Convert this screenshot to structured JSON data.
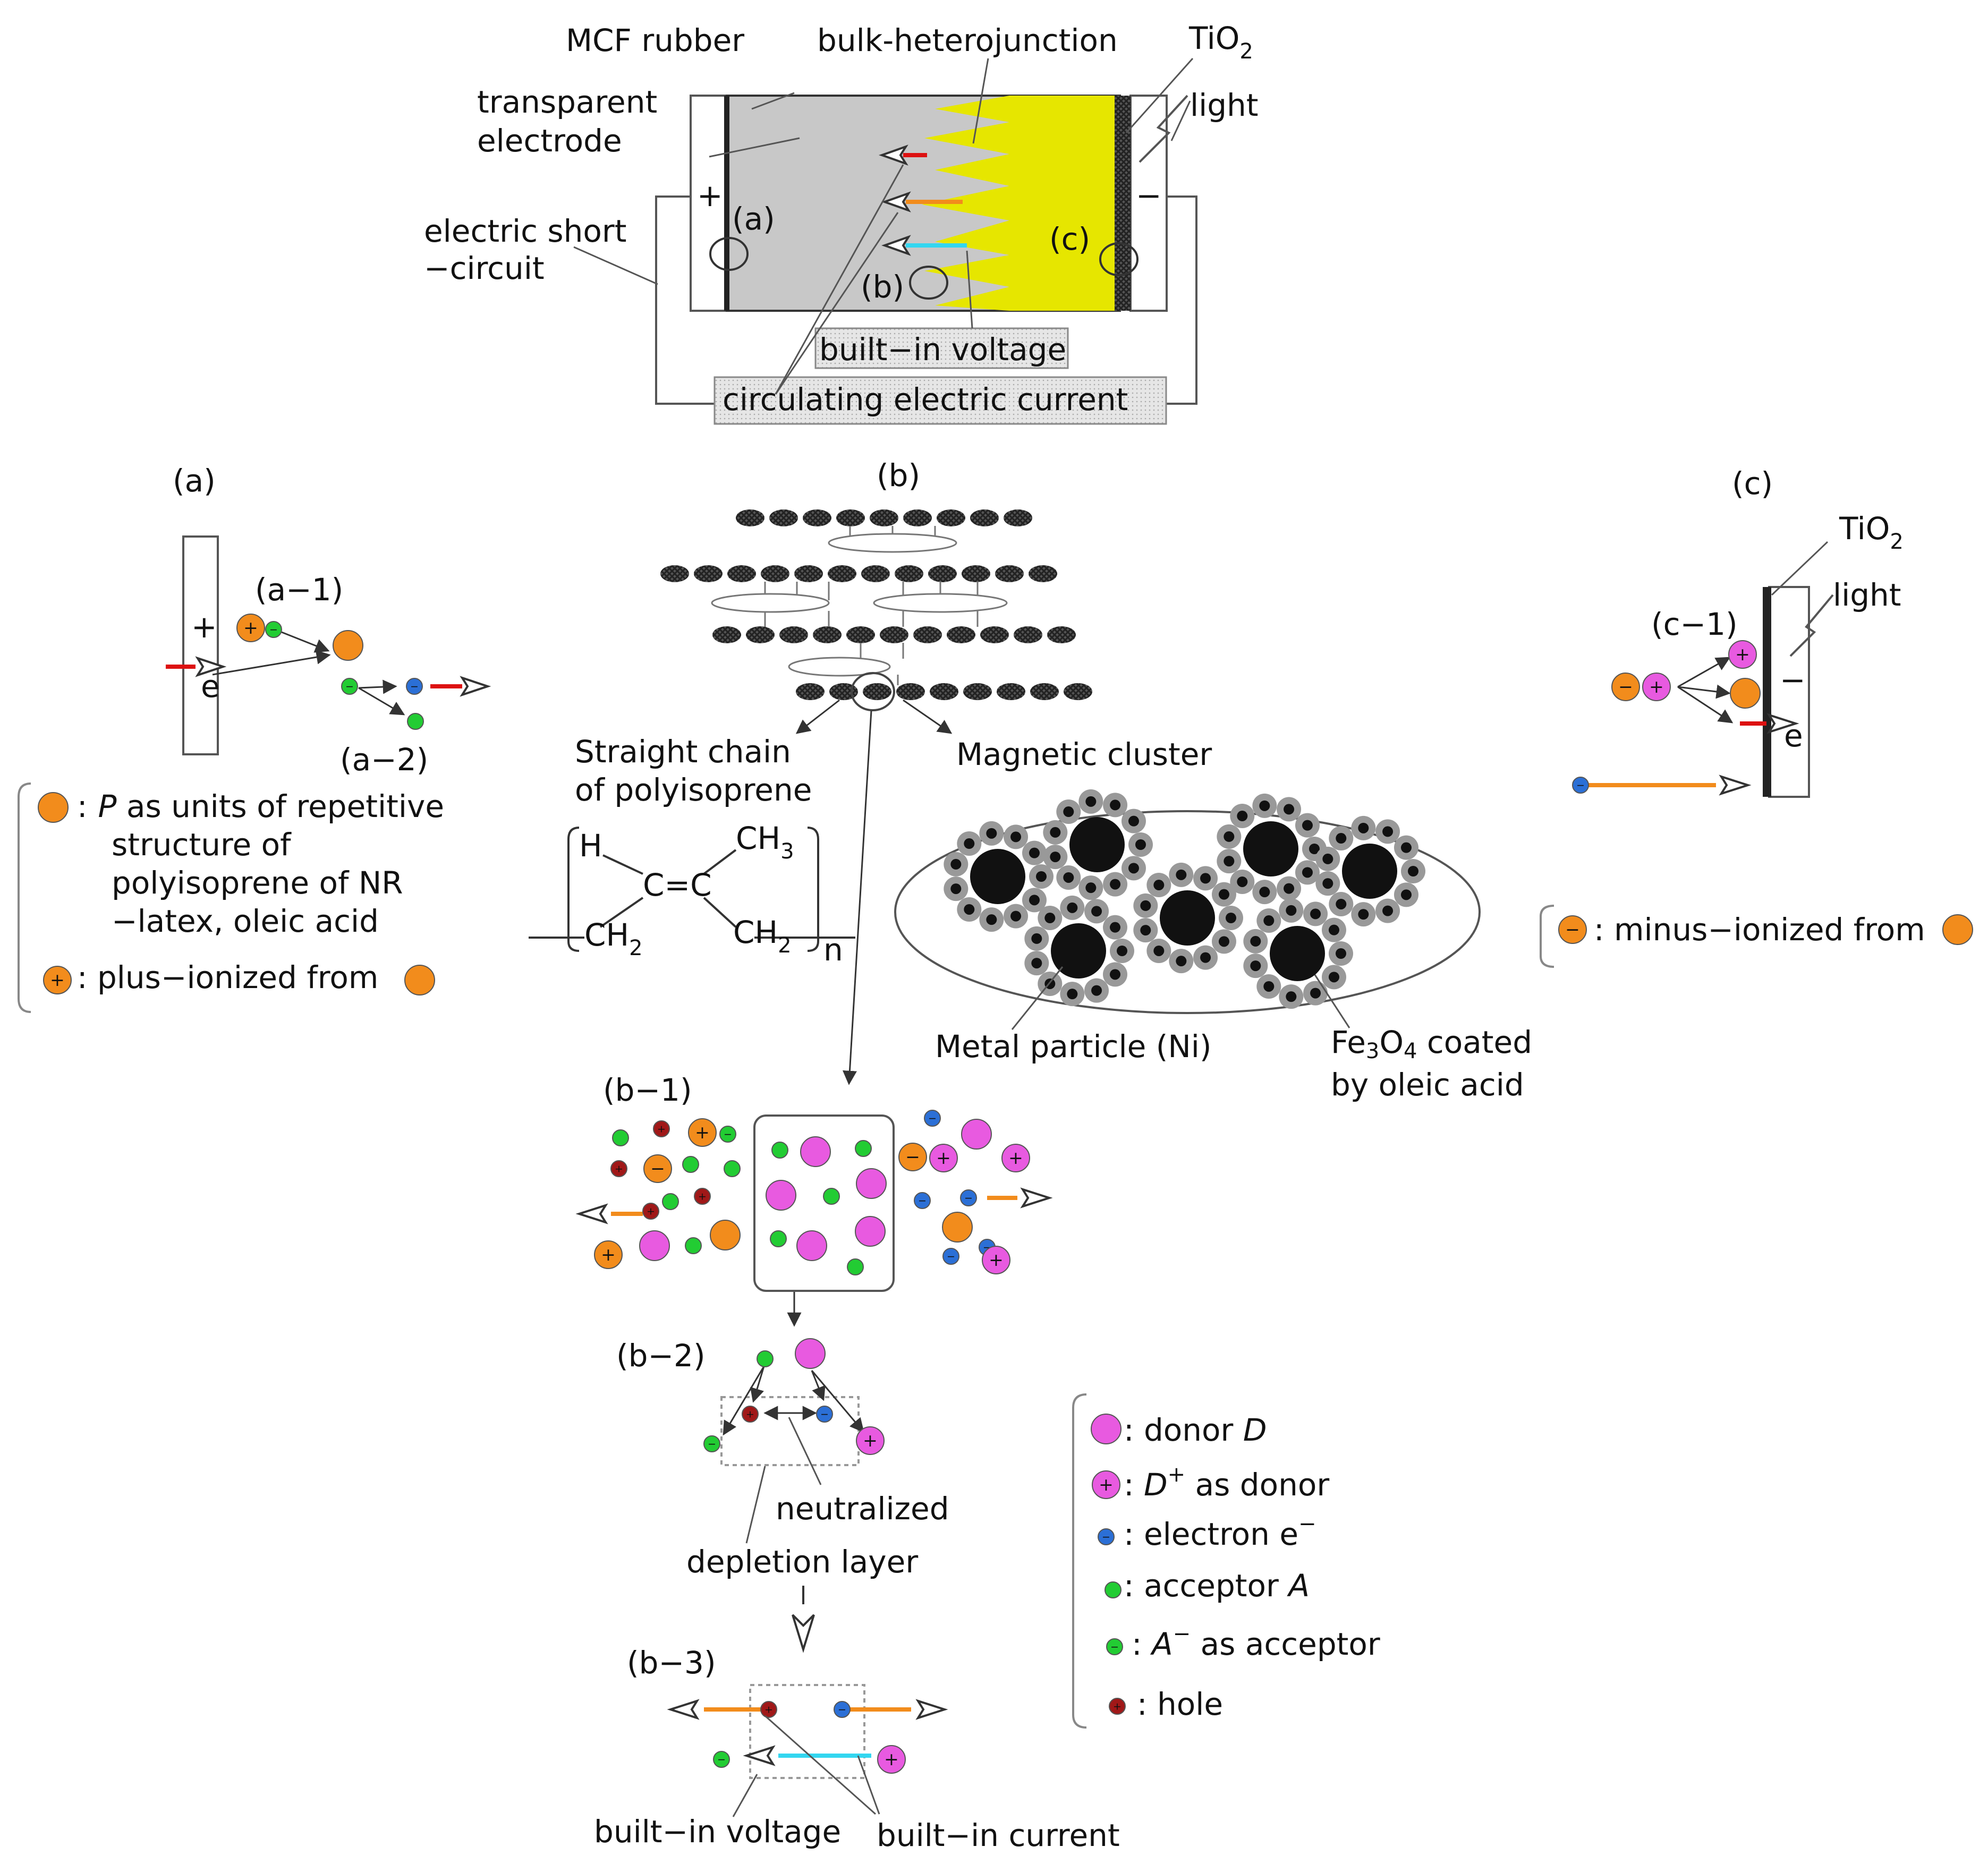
{
  "top": {
    "mcf_rubber": "MCF rubber",
    "bulk_heterojunction": "bulk-heterojunction",
    "tio2_main": "TiO",
    "tio2_sub": "2",
    "light": "light",
    "transparent_electrode_1": "transparent",
    "transparent_electrode_2": "electrode",
    "plus": "+",
    "minus": "−",
    "label_a": "(a)",
    "label_b": "(b)",
    "label_c": "(c)",
    "short_circuit_1": "electric short",
    "short_circuit_2": "−circuit",
    "built_in_voltage": "built−in voltage",
    "circulating_current": "circulating electric current"
  },
  "panel_a": {
    "title": "(a)",
    "a1": "(a−1)",
    "a2": "(a−2)",
    "plus": "+",
    "e": "e",
    "legend_p_prefix": ":",
    "legend_p_var": "P",
    "legend_p_line1": " as units of repetitive",
    "legend_p_line2": "structure of",
    "legend_p_line3": "polyisoprene of NR",
    "legend_p_line4": "−latex, oleic acid",
    "legend_plus": ": plus−ionized from"
  },
  "panel_b": {
    "title": "(b)",
    "straight_chain_1": "Straight chain",
    "straight_chain_2": "of polyisoprene",
    "magnetic_cluster": "Magnetic cluster",
    "chem_h": "H",
    "chem_ch3": "CH",
    "chem_ch3_sub": "3",
    "chem_cc": "C=C",
    "chem_ch2_left": "CH",
    "chem_ch2_right": "CH",
    "chem_sub2": "2",
    "chem_n": "n",
    "metal_particle": "Metal particle (Ni)",
    "fe3o4_line1_a": "Fe",
    "fe3o4_line1_b": "3",
    "fe3o4_line1_c": "O",
    "fe3o4_line1_d": "4",
    "fe3o4_line1_e": " coated",
    "fe3o4_line2": "by oleic acid",
    "b1": "(b−1)",
    "b2": "(b−2)",
    "b3": "(b−3)",
    "neutralized": "neutralized",
    "depletion_layer": "depletion layer",
    "built_in_voltage": "built−in voltage",
    "built_in_current": "built−in current"
  },
  "panel_c": {
    "title": "(c)",
    "tio2": "TiO",
    "tio2_sub": "2",
    "light": "light",
    "c1": "(c−1)",
    "minus": "−",
    "e": "e",
    "legend_minus": ": minus−ionized from"
  },
  "legend": {
    "donor_prefix": ": donor ",
    "donor_var": "D",
    "dplus_prefix": ": ",
    "dplus_var": "D",
    "dplus_sup": "+",
    "dplus_suffix": " as donor",
    "electron": ": electron e",
    "electron_sup": "−",
    "acceptor_prefix": ": acceptor ",
    "acceptor_var": "A",
    "aminus_prefix": ": ",
    "aminus_var": "A",
    "aminus_sup": "−",
    "aminus_suffix": " as acceptor",
    "hole": ": hole"
  },
  "colors": {
    "orange": "#f28c1c",
    "magenta": "#e85ae0",
    "blue": "#2b6fd6",
    "green": "#22cc33",
    "darkred": "#a01818",
    "yellow": "#e6e600",
    "gray": "#c8c8c8",
    "red_arrow": "#dd1111",
    "cyan_arrow": "#33d6f0",
    "orange_arrow": "#f28c1c"
  }
}
